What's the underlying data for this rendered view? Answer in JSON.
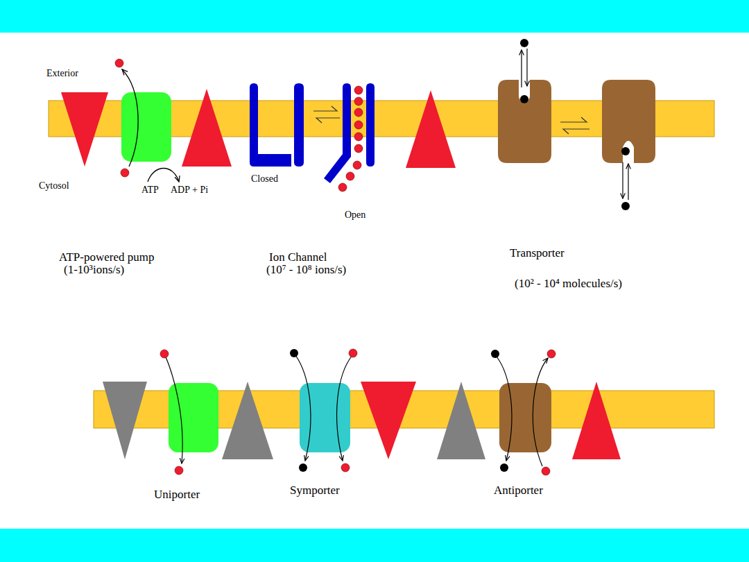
{
  "diagram": {
    "labels": [
      "Exterior",
      "Cytosol",
      "ATP",
      "ADP + Pi",
      "Closed",
      "Open",
      "ATP-powered pump",
      "(1-10³ions/s)",
      "Ion Channel",
      "(10⁷ - 10⁸ ions/s)",
      "Transporter",
      "(10² - 10⁴ molecules/s)",
      "Uniporter",
      "Symporter",
      "Antiporter"
    ]
  }
}
